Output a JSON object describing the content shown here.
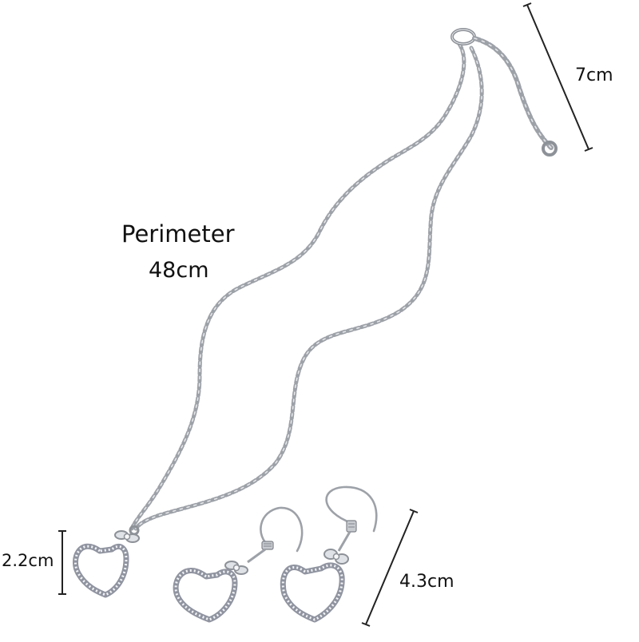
{
  "product": {
    "perimeter_title": "Perimeter",
    "perimeter_value": "48cm",
    "extender_length": "7cm",
    "pendant_height": "2.2cm",
    "earring_length": "4.3cm"
  },
  "colors": {
    "background": "#ffffff",
    "silver": "#a8acb2",
    "silver_dark": "#6f737a",
    "silver_light": "#e6e8eb",
    "rhinestone": "#f4f6f8",
    "dimension_line": "#222222",
    "text": "#111111"
  }
}
